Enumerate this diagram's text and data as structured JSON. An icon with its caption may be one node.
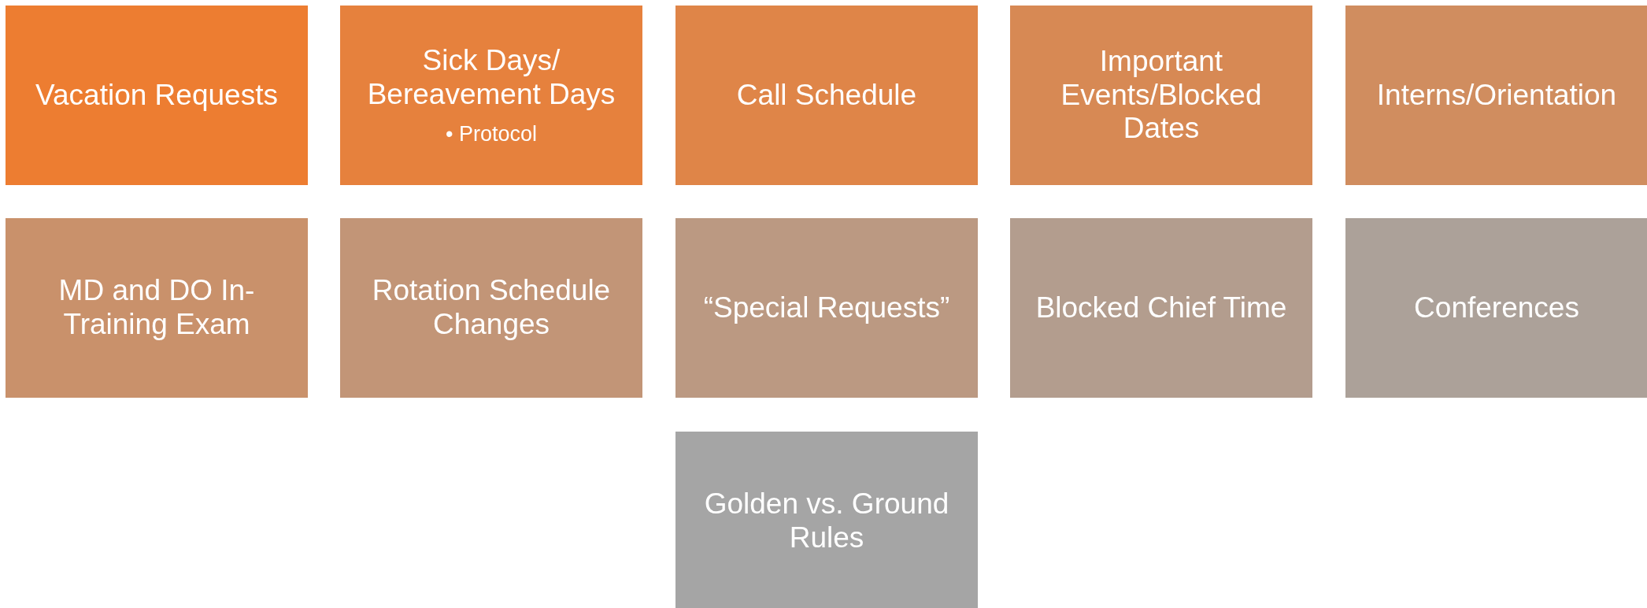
{
  "diagram": {
    "nodes": [
      {
        "text": [
          "Vacation Requests"
        ]
      },
      {
        "text": [
          "Sick Days/ Bereavement Days",
          "• Protocol"
        ]
      },
      {
        "text": [
          "Call Schedule"
        ]
      },
      {
        "text": [
          "Important Events/Blocked Dates"
        ]
      },
      {
        "text": [
          "Interns/Orientation"
        ]
      },
      {
        "text": [
          "MD and DO In-Training Exam"
        ]
      },
      {
        "text": [
          "Rotation Schedule Changes"
        ]
      },
      {
        "text": [
          "“Special Requests”"
        ]
      },
      {
        "text": [
          "Blocked Chief Time"
        ]
      },
      {
        "text": [
          "Conferences"
        ]
      },
      {
        "text": [
          "Golden vs. Ground Rules"
        ]
      }
    ]
  }
}
